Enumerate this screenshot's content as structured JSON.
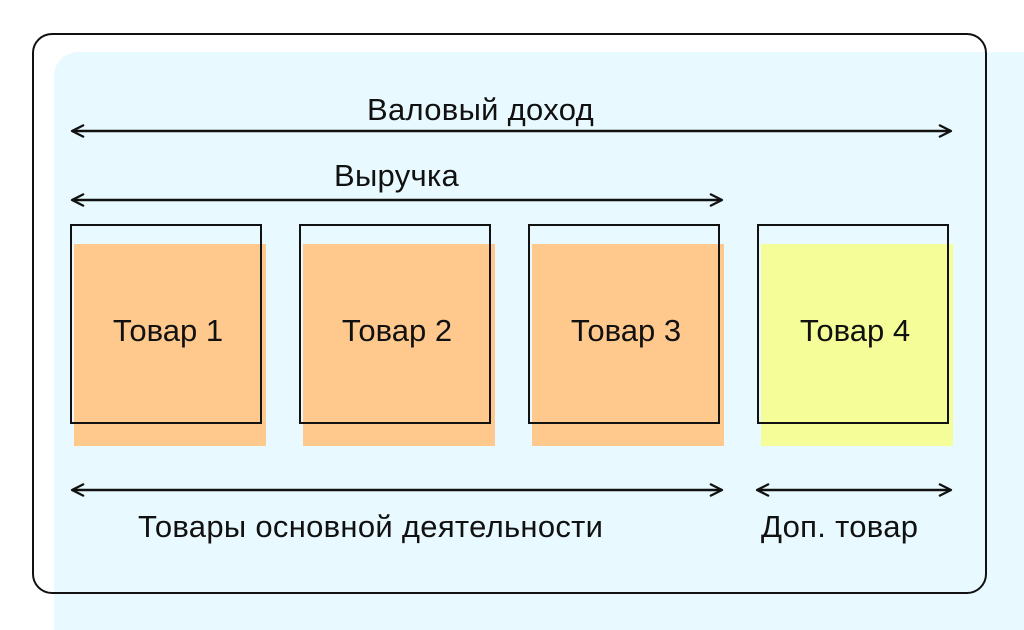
{
  "colors": {
    "panel_bg": "#e8faff",
    "frame": "#111111",
    "core_product_fill": "#ffc98e",
    "extra_product_fill": "#f5fd99"
  },
  "labels": {
    "gross_income": "Валовый доход",
    "revenue": "Выручка",
    "core_goods": "Товары основной деятельности",
    "extra_goods": "Доп. товар"
  },
  "products": [
    {
      "name": "Товар 1",
      "kind": "core"
    },
    {
      "name": "Товар 2",
      "kind": "core"
    },
    {
      "name": "Товар 3",
      "kind": "core"
    },
    {
      "name": "Товар 4",
      "kind": "extra"
    }
  ]
}
